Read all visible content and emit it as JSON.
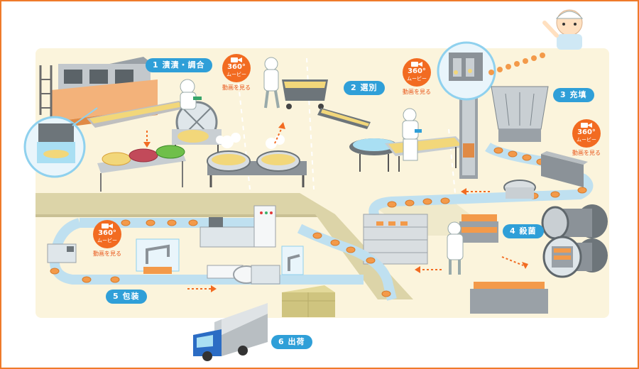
{
  "steps": [
    {
      "number": "1",
      "label": "漬漬・調合"
    },
    {
      "number": "2",
      "label": "選別"
    },
    {
      "number": "3",
      "label": "充填"
    },
    {
      "number": "4",
      "label": "殺菌"
    },
    {
      "number": "5",
      "label": "包装"
    },
    {
      "number": "6",
      "label": "出荷"
    }
  ],
  "movie_badge": {
    "deg": "360°",
    "movie": "ムービー",
    "link": "動画を見る"
  },
  "colors": {
    "frame": "#ef7a2a",
    "floor": "#fbf4dc",
    "badge": "#2f9fd8",
    "movie": "#f26b21",
    "conveyor": "#bfe0f0",
    "machine": "#8b9298",
    "cup": "#f39a4a"
  }
}
